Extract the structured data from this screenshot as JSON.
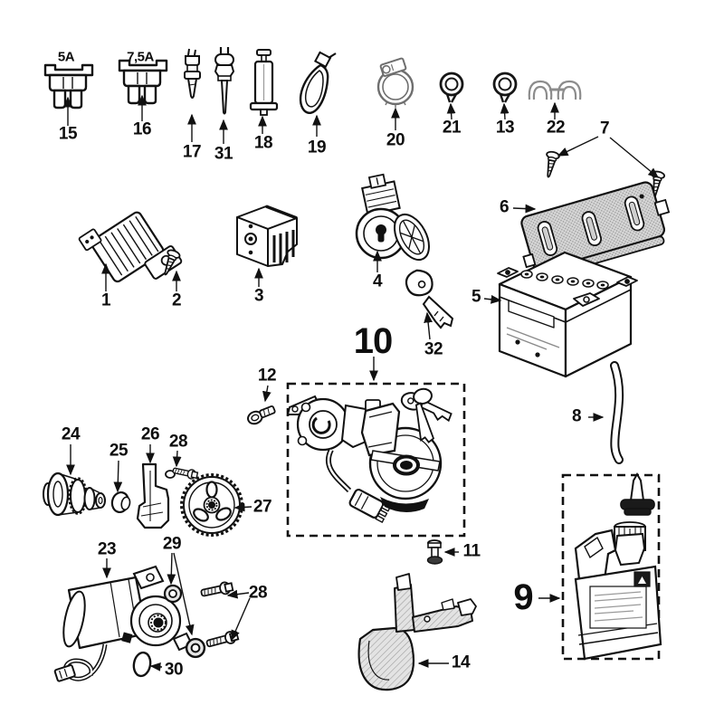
{
  "page": {
    "background": "#ffffff",
    "ink": "#111111",
    "light_part_gray": "#8c8c8c",
    "fill_gray": "#d6d6d6"
  },
  "annotations": {
    "fuse15_rating": "5A",
    "fuse16_rating": "7,5A"
  },
  "callouts": {
    "c1": "1",
    "c2": "2",
    "c3": "3",
    "c4": "4",
    "c5": "5",
    "c6": "6",
    "c7": "7",
    "c8": "8",
    "c9": "9",
    "c10": "10",
    "c11": "11",
    "c12": "12",
    "c13": "13",
    "c14": "14",
    "c15": "15",
    "c16": "16",
    "c17": "17",
    "c18": "18",
    "c19": "19",
    "c20": "20",
    "c21": "21",
    "c22": "22",
    "c23": "23",
    "c24": "24",
    "c25": "25",
    "c26": "26",
    "c27": "27",
    "c28": "28",
    "c29": "29",
    "c30": "30",
    "c31": "31",
    "c32": "32"
  }
}
